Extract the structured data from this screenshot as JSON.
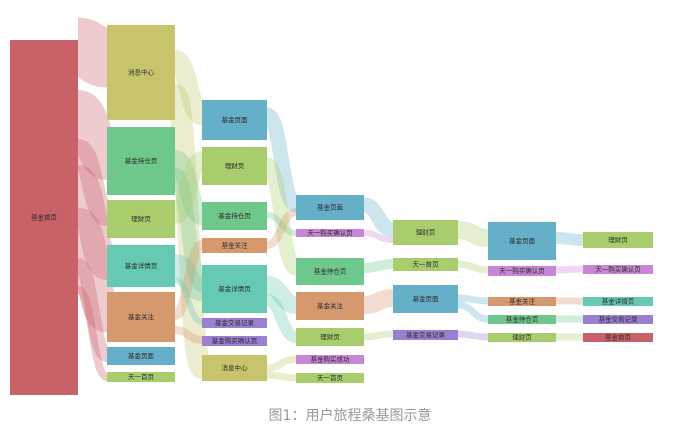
{
  "caption": "图1：用户旅程桑基图示意",
  "palette": {
    "red": "#c96169",
    "olive": "#c6c56b",
    "green": "#6fc88b",
    "lime": "#a9cd6c",
    "teal": "#66c9b3",
    "orange": "#d6996e",
    "blue": "#66afc8",
    "purple": "#9b7fd0",
    "magenta": "#c985d6"
  },
  "nodes": [
    {
      "id": "n0",
      "label": "基金首页",
      "color": "red"
    },
    {
      "id": "n1",
      "label": "消息中心",
      "color": "olive"
    },
    {
      "id": "n2",
      "label": "基金持仓页",
      "color": "green"
    },
    {
      "id": "n3",
      "label": "理财页",
      "color": "lime"
    },
    {
      "id": "n4",
      "label": "基金详情页",
      "color": "teal"
    },
    {
      "id": "n5",
      "label": "基金关注",
      "color": "orange"
    },
    {
      "id": "n6",
      "label": "基金页面",
      "color": "blue"
    },
    {
      "id": "n7",
      "label": "天一首页",
      "color": "lime"
    },
    {
      "id": "n8",
      "label": "基金页面",
      "color": "blue"
    },
    {
      "id": "n9",
      "label": "理财页",
      "color": "lime"
    },
    {
      "id": "n10",
      "label": "基金持仓页",
      "color": "green"
    },
    {
      "id": "n11",
      "label": "基金关注",
      "color": "orange"
    },
    {
      "id": "n12",
      "label": "基金详情页",
      "color": "teal"
    },
    {
      "id": "n13",
      "label": "基金交易记录",
      "color": "purple"
    },
    {
      "id": "n14",
      "label": "基金购买确认页",
      "color": "purple"
    },
    {
      "id": "n15",
      "label": "消息中心",
      "color": "olive"
    },
    {
      "id": "n16",
      "label": "基金页面",
      "color": "blue"
    },
    {
      "id": "n17",
      "label": "天一购买确认页",
      "color": "magenta"
    },
    {
      "id": "n18",
      "label": "基金持仓页",
      "color": "green"
    },
    {
      "id": "n19",
      "label": "基金关注",
      "color": "orange"
    },
    {
      "id": "n20",
      "label": "理财页",
      "color": "lime"
    },
    {
      "id": "n21",
      "label": "基金购买成功",
      "color": "magenta"
    },
    {
      "id": "n22",
      "label": "天一首页",
      "color": "lime"
    },
    {
      "id": "n23",
      "label": "理财页",
      "color": "lime"
    },
    {
      "id": "n24",
      "label": "天一首页",
      "color": "lime"
    },
    {
      "id": "n25",
      "label": "基金页面",
      "color": "blue"
    },
    {
      "id": "n26",
      "label": "基金交易记录",
      "color": "purple"
    },
    {
      "id": "n27",
      "label": "基金页面",
      "color": "blue"
    },
    {
      "id": "n28",
      "label": "天一购买确认页",
      "color": "magenta"
    },
    {
      "id": "n29",
      "label": "基金关注",
      "color": "orange"
    },
    {
      "id": "n30",
      "label": "基金持仓页",
      "color": "green"
    },
    {
      "id": "n31",
      "label": "理财页",
      "color": "lime"
    },
    {
      "id": "n32",
      "label": "理财页",
      "color": "lime"
    },
    {
      "id": "n33",
      "label": "天一购买确认页",
      "color": "magenta"
    },
    {
      "id": "n34",
      "label": "基金详情页",
      "color": "teal"
    },
    {
      "id": "n35",
      "label": "基金交易记录",
      "color": "purple"
    },
    {
      "id": "n36",
      "label": "基金首页",
      "color": "red"
    }
  ]
}
